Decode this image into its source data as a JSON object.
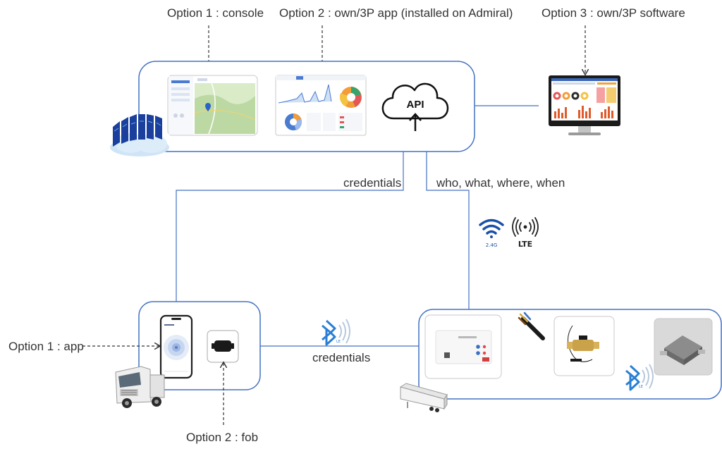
{
  "labels": {
    "cloud_option1": "Option 1 : console",
    "cloud_option2": "Option 2 : own/3P app (installed on Admiral)",
    "cloud_option3": "Option 3 : own/3P software",
    "credentials_upper": "credentials",
    "data_fields": "who, what, where, when",
    "credentials_ble": "credentials",
    "truck_option1": "Option 1 : app",
    "truck_option2": "Option 2 : fob"
  },
  "api": {
    "text": "API"
  },
  "wireless": {
    "wifi_band": "2.4G",
    "cellular": "LTE"
  },
  "icons": {
    "cloud": "cloud-api-icon",
    "wifi": "wifi-icon",
    "lte": "lte-signal-icon",
    "bluetooth": "bluetooth-le-icon",
    "servers": "server-rack-cloud-icon",
    "monitor": "desktop-monitor-icon",
    "truck": "semi-truck-icon",
    "trailer": "trailer-icon"
  },
  "colors": {
    "accent": "#4472c4",
    "text": "#333333",
    "bluetooth": "#2a7fd4"
  }
}
